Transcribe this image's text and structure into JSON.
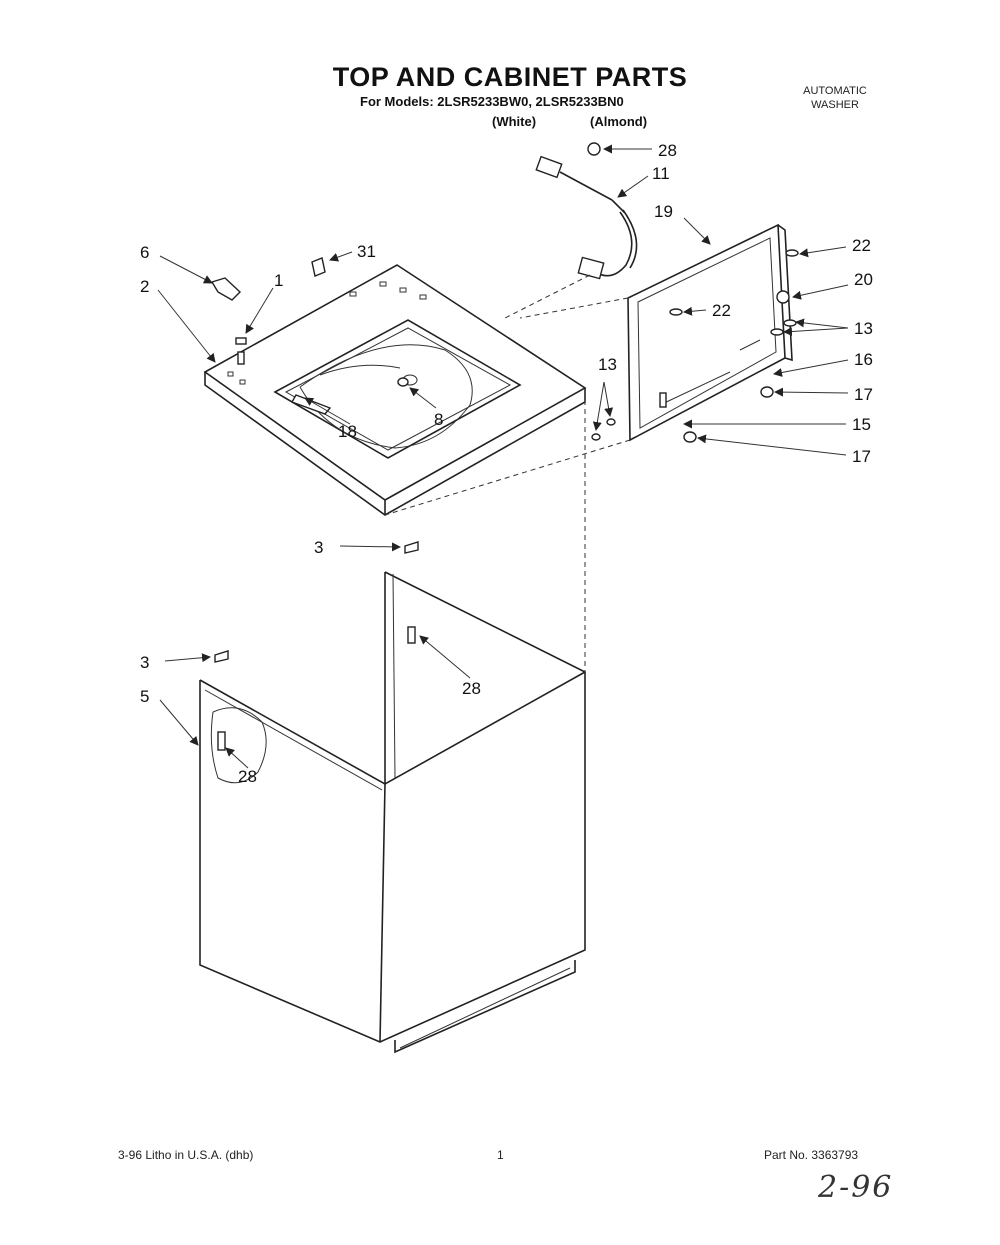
{
  "header": {
    "title": "TOP AND CABINET PARTS",
    "models": "For Models: 2LSR5233BW0, 2LSR5233BN0",
    "variant_white": "(White)",
    "variant_almond": "(Almond)",
    "product_line1": "AUTOMATIC",
    "product_line2": "WASHER"
  },
  "callouts": [
    "28",
    "11",
    "19",
    "22",
    "31",
    "6",
    "1",
    "2",
    "20",
    "22",
    "13",
    "13",
    "16",
    "8",
    "17",
    "18",
    "15",
    "17",
    "3",
    "3",
    "28",
    "5",
    "28"
  ],
  "footer": {
    "left": "3-96 Litho in U.S.A. (dhb)",
    "page": "1",
    "part_no": "Part No. 3363793"
  },
  "handwritten": "2-96"
}
